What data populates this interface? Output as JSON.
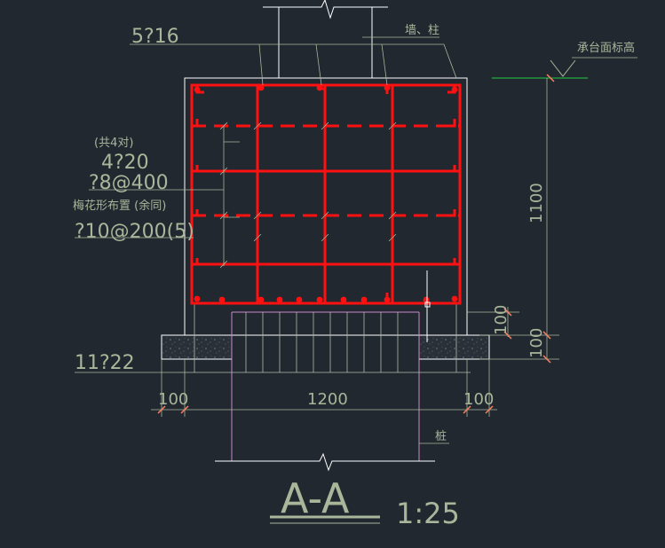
{
  "labels": {
    "top_bars": "5?16",
    "wall_pile": "墙、柱",
    "cap_level": "承台面标高",
    "count_note": "(共4对)",
    "mid_bars": "4?20",
    "stirrup_a": "?8@400",
    "tie_note": "梅花形布置 (余同)",
    "stirrup_b": "?10@200(5)",
    "bottom_bars": "11?22",
    "height_dim": "1100",
    "cover_dim_1": "100",
    "cover_dim_2": "100",
    "width_dim": "1200",
    "left_dim": "100",
    "right_dim": "100",
    "pile": "桩",
    "section_title": "A-A",
    "scale": "1:25"
  },
  "colors": {
    "background": "#212830",
    "rebar": "#ff1111",
    "outline": "#ffffff",
    "annotation": "#a8b69a",
    "pile": "#cc88cc",
    "dim_tick": "#ff8060",
    "level_mark": "#22cc44"
  }
}
